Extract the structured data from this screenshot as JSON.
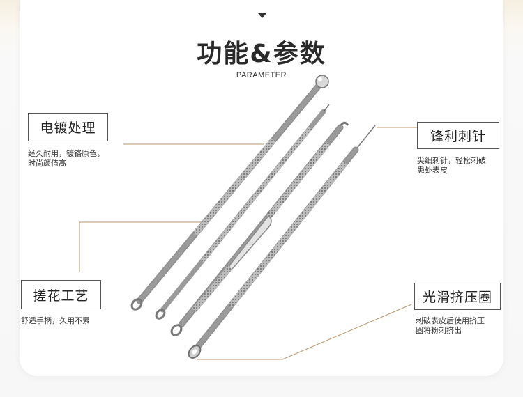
{
  "header": {
    "title": "功能&参数",
    "subtitle": "PARAMETER"
  },
  "features": {
    "plating": {
      "label": "电镀处理",
      "desc": [
        "经久耐用，镀铬原色，",
        "时尚颜值高"
      ]
    },
    "needle": {
      "label": "锋利刺针",
      "desc": [
        "尖细刺针，轻松刺破",
        "患处表皮"
      ]
    },
    "knurl": {
      "label": "搓花工艺",
      "desc": [
        "舒适手柄，久用不累"
      ]
    },
    "loop": {
      "label": "光滑挤压圈",
      "desc": [
        "刺破表皮后使用挤压",
        "圈将粉刺挤出"
      ]
    }
  },
  "colors": {
    "leader_line": "#b8946a",
    "steel_light": "#f2f2f2",
    "steel_dark": "#8a8a8a"
  }
}
